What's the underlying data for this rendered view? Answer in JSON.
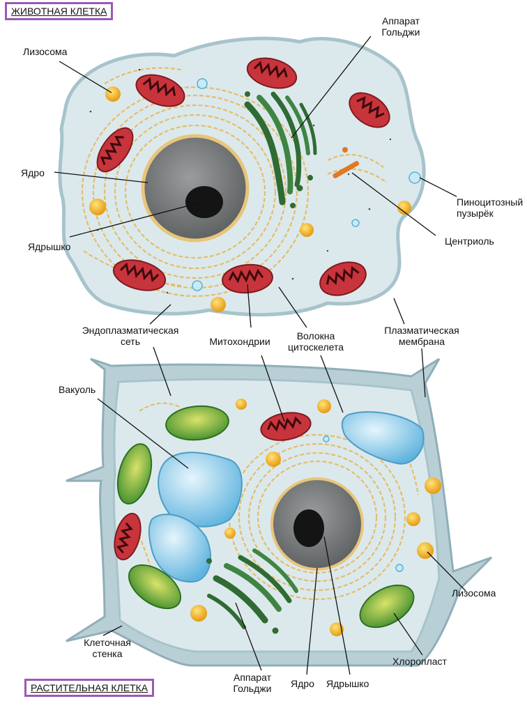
{
  "titles": {
    "animal": "ЖИВОТНАЯ КЛЕТКА",
    "plant": "РАСТИТЕЛЬНАЯ КЛЕТКА"
  },
  "animal_labels": {
    "lysosome": "Лизосома",
    "golgi_line1": "Аппарат",
    "golgi_line2": "Гольджи",
    "nucleus": "Ядро",
    "nucleolus": "Ядрышко",
    "pinocytic_line1": "Пиноцитозный",
    "pinocytic_line2": "пузырёк",
    "centriole": "Центриоль",
    "er_line1": "Эндоплазматическая",
    "er_line2": "сеть",
    "mitochondria": "Митохондрии",
    "cytoskeleton_line1": "Волокна",
    "cytoskeleton_line2": "цитоскелета",
    "membrane_line1": "Плазматическая",
    "membrane_line2": "мембрана"
  },
  "plant_labels": {
    "vacuole": "Вакуоль",
    "lysosome": "Лизосома",
    "cell_wall_line1": "Клеточная",
    "cell_wall_line2": "стенка",
    "chloroplast": "Хлоропласт",
    "golgi_line1": "Аппарат",
    "golgi_line2": "Гольджи",
    "nucleus": "Ядро",
    "nucleolus": "Ядрышко"
  },
  "colors": {
    "title_border": "#9b59b6",
    "cytoplasm": "#dce9ec",
    "membrane": "#a7c3cb",
    "cell_wall": "#b9cfd6",
    "er": "#e8c57a",
    "nucleus": "#7d7f80",
    "nucleolus": "#141414",
    "mitochondria": "#c8343c",
    "golgi": "#2f6b33",
    "lysosome": "#f3b11f",
    "vacuole": "#9ed4ee",
    "chloroplast": "#6fb23a"
  }
}
